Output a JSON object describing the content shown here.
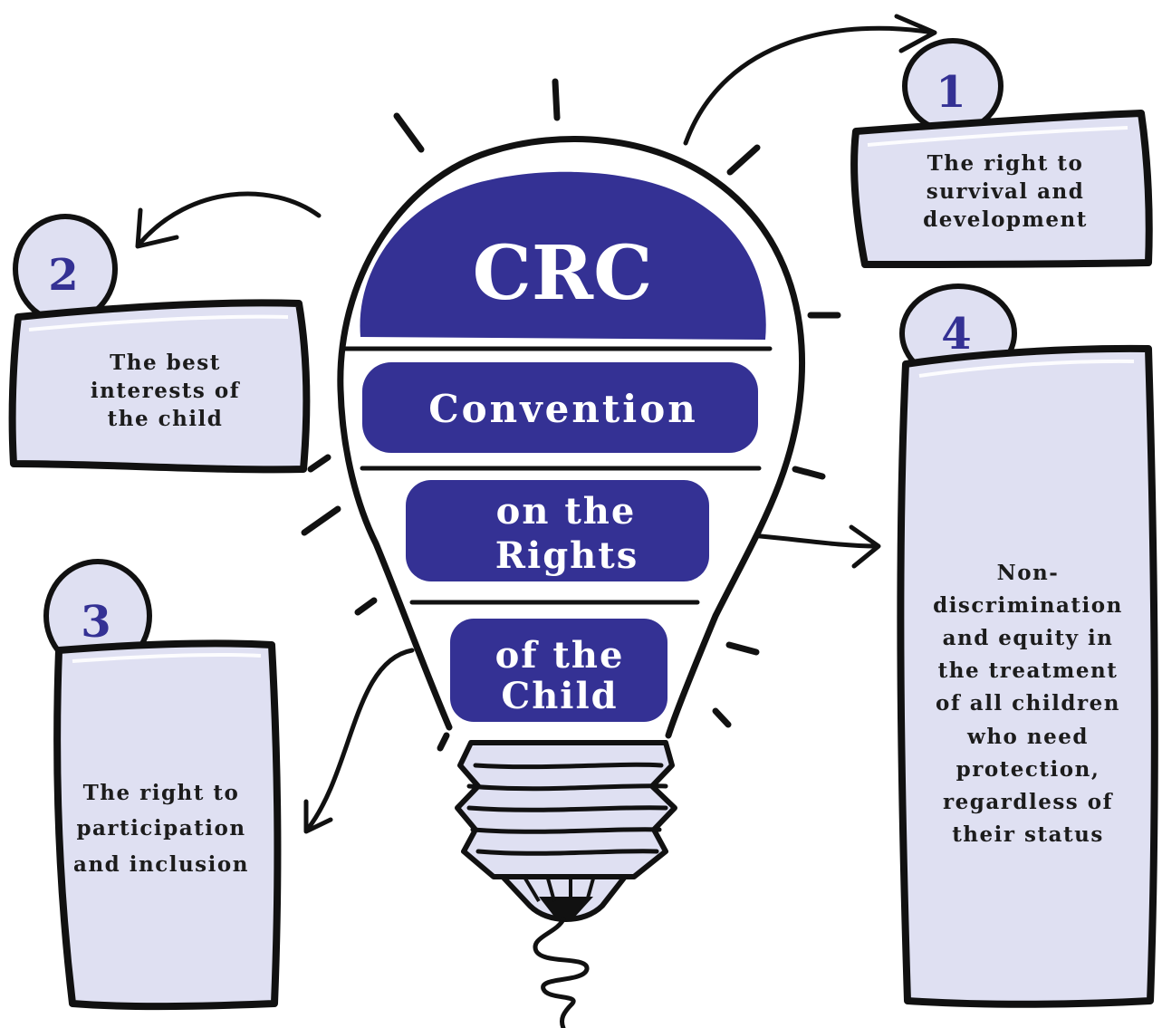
{
  "colors": {
    "navy": "#343194",
    "panel": "#dfe0f2",
    "ink": "#111111"
  },
  "bulb": {
    "title": "CRC",
    "line1": "Convention",
    "line2a": "on the",
    "line2b": "Rights",
    "line3a": "of the",
    "line3b": "Child"
  },
  "principles": [
    {
      "number": "1",
      "text": "The right to survival and development"
    },
    {
      "number": "2",
      "text": "The best interests of the child"
    },
    {
      "number": "3",
      "text": "The right to participation and inclusion"
    },
    {
      "number": "4",
      "text": "Non-discrimination and equity in the treatment of all children who need protection, regardless of their status"
    }
  ]
}
